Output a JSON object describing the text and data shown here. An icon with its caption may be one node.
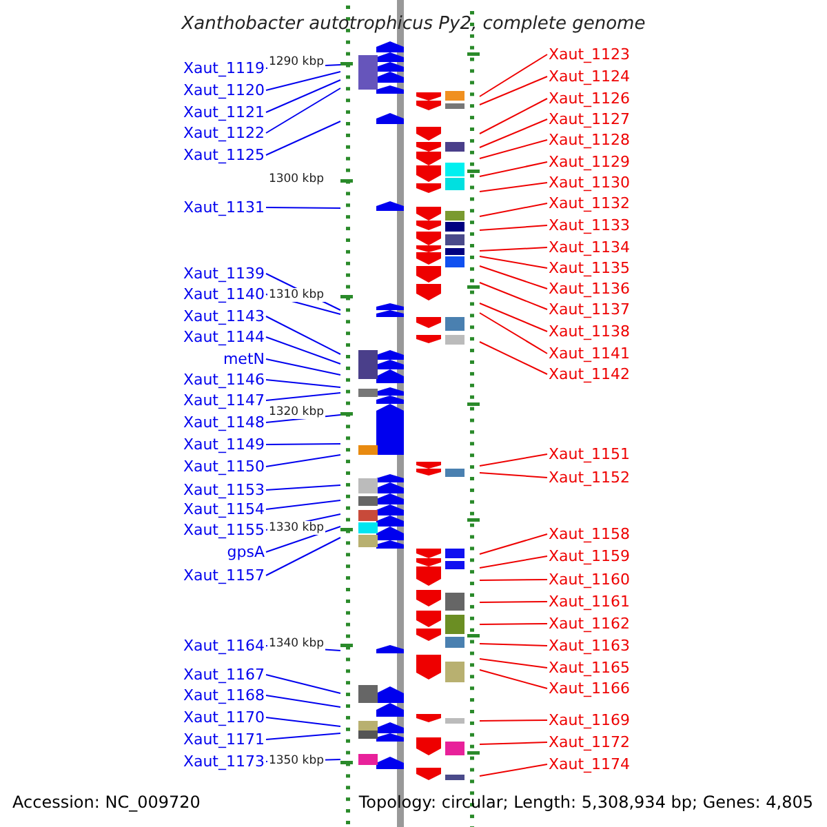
{
  "diagram": {
    "title": "Xanthobacter autotrophicus Py2, complete genome",
    "nodes": [
      {
        "text": [
          "Xaut_1119"
        ]
      },
      {
        "text": [
          "Xaut_1120"
        ]
      },
      {
        "text": [
          "Xaut_1121"
        ]
      },
      {
        "text": [
          "Xaut_1122"
        ]
      },
      {
        "text": [
          "Xaut_1125"
        ]
      },
      {
        "text": [
          "Xaut_1131"
        ]
      },
      {
        "text": [
          "Xaut_1139"
        ]
      },
      {
        "text": [
          "Xaut_1140"
        ]
      },
      {
        "text": [
          "Xaut_1143"
        ]
      },
      {
        "text": [
          "Xaut_1144"
        ]
      },
      {
        "text": [
          "metN"
        ]
      },
      {
        "text": [
          "Xaut_1146"
        ]
      },
      {
        "text": [
          "Xaut_1147"
        ]
      },
      {
        "text": [
          "Xaut_1148"
        ]
      },
      {
        "text": [
          "Xaut_1149"
        ]
      },
      {
        "text": [
          "Xaut_1150"
        ]
      },
      {
        "text": [
          "Xaut_1153"
        ]
      },
      {
        "text": [
          "Xaut_1154"
        ]
      },
      {
        "text": [
          "Xaut_1155"
        ]
      },
      {
        "text": [
          "gpsA"
        ]
      },
      {
        "text": [
          "Xaut_1157"
        ]
      },
      {
        "text": [
          "Xaut_1164"
        ]
      },
      {
        "text": [
          "Xaut_1167"
        ]
      },
      {
        "text": [
          "Xaut_1168"
        ]
      },
      {
        "text": [
          "Xaut_1170"
        ]
      },
      {
        "text": [
          "Xaut_1171"
        ]
      },
      {
        "text": [
          "Xaut_1173"
        ]
      },
      {
        "text": [
          "Xaut_1123"
        ]
      },
      {
        "text": [
          "Xaut_1124"
        ]
      },
      {
        "text": [
          "Xaut_1126"
        ]
      },
      {
        "text": [
          "Xaut_1127"
        ]
      },
      {
        "text": [
          "Xaut_1128"
        ]
      },
      {
        "text": [
          "Xaut_1129"
        ]
      },
      {
        "text": [
          "Xaut_1130"
        ]
      },
      {
        "text": [
          "Xaut_1132"
        ]
      },
      {
        "text": [
          "Xaut_1133"
        ]
      },
      {
        "text": [
          "Xaut_1134"
        ]
      },
      {
        "text": [
          "Xaut_1135"
        ]
      },
      {
        "text": [
          "Xaut_1136"
        ]
      },
      {
        "text": [
          "Xaut_1137"
        ]
      },
      {
        "text": [
          "Xaut_1138"
        ]
      },
      {
        "text": [
          "Xaut_1141"
        ]
      },
      {
        "text": [
          "Xaut_1142"
        ]
      },
      {
        "text": [
          "Xaut_1151"
        ]
      },
      {
        "text": [
          "Xaut_1152"
        ]
      },
      {
        "text": [
          "Xaut_1158"
        ]
      },
      {
        "text": [
          "Xaut_1159"
        ]
      },
      {
        "text": [
          "Xaut_1160"
        ]
      },
      {
        "text": [
          "Xaut_1161"
        ]
      },
      {
        "text": [
          "Xaut_1162"
        ]
      },
      {
        "text": [
          "Xaut_1163"
        ]
      },
      {
        "text": [
          "Xaut_1165"
        ]
      },
      {
        "text": [
          "Xaut_1166"
        ]
      },
      {
        "text": [
          "Xaut_1169"
        ]
      },
      {
        "text": [
          "Xaut_1172"
        ]
      },
      {
        "text": [
          "Xaut_1174"
        ]
      }
    ],
    "edges": [
      {
        "from": 0,
        "to": null,
        "arrow": "none",
        "color": "#0000ee"
      },
      {
        "from": 1,
        "to": null,
        "arrow": "none",
        "color": "#0000ee"
      },
      {
        "from": 2,
        "to": null,
        "arrow": "none",
        "color": "#0000ee"
      },
      {
        "from": 3,
        "to": null,
        "arrow": "none",
        "color": "#0000ee"
      },
      {
        "from": 4,
        "to": null,
        "arrow": "none",
        "color": "#0000ee"
      },
      {
        "from": 5,
        "to": null,
        "arrow": "none",
        "color": "#0000ee"
      },
      {
        "from": 6,
        "to": null,
        "arrow": "none",
        "color": "#0000ee"
      },
      {
        "from": 7,
        "to": null,
        "arrow": "none",
        "color": "#0000ee"
      },
      {
        "from": 8,
        "to": null,
        "arrow": "none",
        "color": "#0000ee"
      },
      {
        "from": 9,
        "to": null,
        "arrow": "none",
        "color": "#0000ee"
      },
      {
        "from": 10,
        "to": null,
        "arrow": "none",
        "color": "#0000ee"
      },
      {
        "from": 11,
        "to": null,
        "arrow": "none",
        "color": "#0000ee"
      },
      {
        "from": 12,
        "to": null,
        "arrow": "none",
        "color": "#0000ee"
      },
      {
        "from": 13,
        "to": null,
        "arrow": "none",
        "color": "#0000ee"
      },
      {
        "from": 14,
        "to": null,
        "arrow": "none",
        "color": "#0000ee"
      },
      {
        "from": 15,
        "to": null,
        "arrow": "none",
        "color": "#0000ee"
      },
      {
        "from": 16,
        "to": null,
        "arrow": "none",
        "color": "#0000ee"
      },
      {
        "from": 17,
        "to": null,
        "arrow": "none",
        "color": "#0000ee"
      },
      {
        "from": 18,
        "to": null,
        "arrow": "none",
        "color": "#0000ee"
      },
      {
        "from": 19,
        "to": null,
        "arrow": "none",
        "color": "#0000ee"
      },
      {
        "from": 20,
        "to": null,
        "arrow": "none",
        "color": "#0000ee"
      },
      {
        "from": 21,
        "to": null,
        "arrow": "none",
        "color": "#0000ee"
      },
      {
        "from": 22,
        "to": null,
        "arrow": "none",
        "color": "#0000ee"
      },
      {
        "from": 23,
        "to": null,
        "arrow": "none",
        "color": "#0000ee"
      },
      {
        "from": 24,
        "to": null,
        "arrow": "none",
        "color": "#0000ee"
      },
      {
        "from": 25,
        "to": null,
        "arrow": "none",
        "color": "#0000ee"
      },
      {
        "from": 26,
        "to": null,
        "arrow": "none",
        "color": "#0000ee"
      },
      {
        "from": 27,
        "to": null,
        "arrow": "none"
      },
      {
        "from": 28,
        "to": null,
        "arrow": "none"
      },
      {
        "from": 29,
        "to": null,
        "arrow": "none"
      },
      {
        "from": 30,
        "to": null,
        "arrow": "none"
      },
      {
        "from": 31,
        "to": null,
        "arrow": "none"
      },
      {
        "from": 32,
        "to": null,
        "arrow": "none"
      },
      {
        "from": 33,
        "to": null,
        "arrow": "none"
      },
      {
        "from": 34,
        "to": null,
        "arrow": "none"
      },
      {
        "from": 35,
        "to": null,
        "arrow": "none"
      },
      {
        "from": 36,
        "to": null,
        "arrow": "none"
      },
      {
        "from": 37,
        "to": null,
        "arrow": "none"
      },
      {
        "from": 38,
        "to": null,
        "arrow": "none"
      },
      {
        "from": 39,
        "to": null,
        "arrow": "none"
      },
      {
        "from": 40,
        "to": null,
        "arrow": "none"
      },
      {
        "from": 41,
        "to": null,
        "arrow": "none"
      },
      {
        "from": 42,
        "to": null,
        "arrow": "none"
      },
      {
        "from": 43,
        "to": null,
        "arrow": "none"
      },
      {
        "from": 44,
        "to": null,
        "arrow": "none"
      },
      {
        "from": 45,
        "to": null,
        "arrow": "none"
      },
      {
        "from": 46,
        "to": null,
        "arrow": "none"
      },
      {
        "from": 47,
        "to": null,
        "arrow": "none"
      },
      {
        "from": 48,
        "to": null,
        "arrow": "none"
      },
      {
        "from": 49,
        "to": null,
        "arrow": "none"
      },
      {
        "from": 50,
        "to": null,
        "arrow": "none"
      },
      {
        "from": 51,
        "to": null,
        "arrow": "none"
      },
      {
        "from": 52,
        "to": null,
        "arrow": "none"
      },
      {
        "from": 53,
        "to": null,
        "arrow": "none"
      },
      {
        "from": 54,
        "to": null,
        "arrow": "none"
      },
      {
        "from": 55,
        "to": null,
        "arrow": "none"
      }
    ],
    "labels": [
      "1290 kbp",
      "1300 kbp",
      "1310 kbp",
      "1320 kbp",
      "1330 kbp",
      "1340 kbp",
      "1350 kbp",
      "Accession: NC_009720",
      "Topology: circular; Length: 5,308,934 bp; Genes: 4,805"
    ]
  }
}
